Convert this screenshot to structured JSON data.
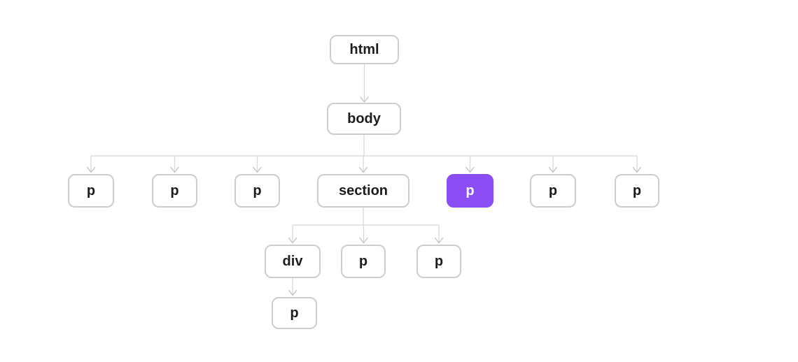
{
  "diagram": {
    "kind": "dom-tree",
    "highlight_color": "#8b4df5",
    "line_color": "#d5d5d5",
    "arrow_color": "#c3c3c3",
    "node_border_color": "#cdcdcd",
    "node_text_color": "#1d1d1f",
    "nodes": [
      {
        "label": "html",
        "highlighted": false
      },
      {
        "label": "body",
        "highlighted": false
      },
      {
        "label": "p",
        "highlighted": false
      },
      {
        "label": "p",
        "highlighted": false
      },
      {
        "label": "p",
        "highlighted": false
      },
      {
        "label": "section",
        "highlighted": false
      },
      {
        "label": "p",
        "highlighted": true
      },
      {
        "label": "p",
        "highlighted": false
      },
      {
        "label": "p",
        "highlighted": false
      },
      {
        "label": "div",
        "highlighted": false
      },
      {
        "label": "p",
        "highlighted": false
      },
      {
        "label": "p",
        "highlighted": false
      },
      {
        "label": "p",
        "highlighted": false
      }
    ],
    "edges": [
      {
        "from": 0,
        "to": 1
      },
      {
        "from": 1,
        "to": 2
      },
      {
        "from": 1,
        "to": 3
      },
      {
        "from": 1,
        "to": 4
      },
      {
        "from": 1,
        "to": 5
      },
      {
        "from": 1,
        "to": 6
      },
      {
        "from": 1,
        "to": 7
      },
      {
        "from": 1,
        "to": 8
      },
      {
        "from": 5,
        "to": 9
      },
      {
        "from": 5,
        "to": 10
      },
      {
        "from": 5,
        "to": 11
      },
      {
        "from": 9,
        "to": 12
      }
    ]
  }
}
